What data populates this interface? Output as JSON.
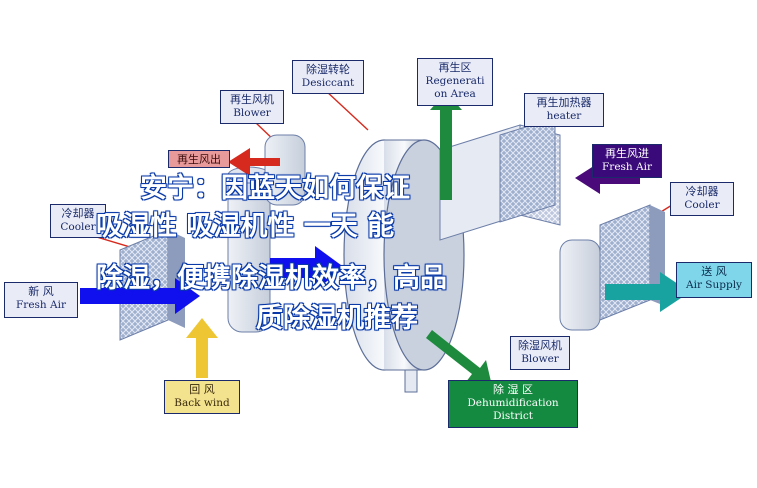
{
  "labels": {
    "desiccant": {
      "cn": "除湿转轮",
      "en": "Desiccant"
    },
    "regeneration": {
      "cn": "再生区",
      "en1": "Regenerati",
      "en2": "on Area"
    },
    "regen_blower": {
      "cn": "再生风机",
      "en": "Blower"
    },
    "regen_heater": {
      "cn": "再生加热器",
      "en": "heater"
    },
    "regen_out": {
      "cn": "再生风出"
    },
    "regen_in": {
      "cn": "再生风进",
      "en": "Fresh Air"
    },
    "cooler_left": {
      "cn": "冷却器",
      "en": "Cooler"
    },
    "cooler_right": {
      "cn": "冷却器",
      "en": "Cooler"
    },
    "fresh_air": {
      "cn": "新  风",
      "en": "Fresh Air"
    },
    "supply_air": {
      "cn": "送  风",
      "en": "Air Supply"
    },
    "process_blower": {
      "cn": "除湿风机",
      "en": "Blower"
    },
    "return_air": {
      "cn": "回  风",
      "en": "Back wind"
    },
    "dehum_zone": {
      "cn": "除  湿  区",
      "en1": "Dehumidification",
      "en2": "District"
    }
  },
  "overlay": {
    "line1": "安宁：因蓝天如何保证",
    "line2": "吸湿性 吸湿机性 一天 能",
    "line3": "除湿，便携除湿机效率，高品",
    "line4": "质除湿机推荐"
  },
  "colors": {
    "arrow_blue": "#1010ee",
    "arrow_teal": "#19a3a0",
    "arrow_yellow": "#eec533",
    "arrow_red": "#d62a1e",
    "arrow_green": "#1e8a3e",
    "supply_bg": "#7fd6ea",
    "return_bg": "#f3e38f",
    "dehum_bg": "#148a40",
    "regen_in_bg": "#3a0a7a",
    "regen_out_bg": "#e89a9a"
  }
}
